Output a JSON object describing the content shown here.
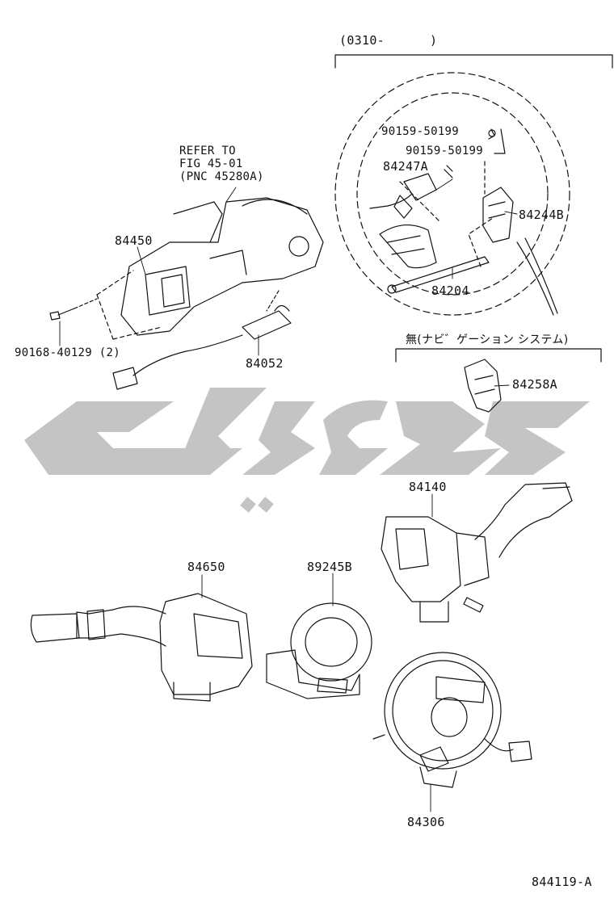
{
  "diagram": {
    "date_range_label": "(0310-      )",
    "refer_note": [
      "REFER TO",
      "FIG 45-01",
      "(PNC 45280A)"
    ],
    "no_nav_label": "無(ナビ゛ゲーション システム)",
    "figure_id": "844119-A",
    "watermark_color": "#c4c4c4",
    "line_color": "#111111",
    "parts": [
      {
        "id": "p84450",
        "number": "84450"
      },
      {
        "id": "p90168",
        "number": "90168-40129 (2)"
      },
      {
        "id": "p84052",
        "number": "84052"
      },
      {
        "id": "p90159a",
        "number": "90159-50199"
      },
      {
        "id": "p90159b",
        "number": "90159-50199"
      },
      {
        "id": "p84247",
        "number": "84247A"
      },
      {
        "id": "p84244",
        "number": "84244B"
      },
      {
        "id": "p84204",
        "number": "84204"
      },
      {
        "id": "p84258",
        "number": "84258A"
      },
      {
        "id": "p84140",
        "number": "84140"
      },
      {
        "id": "p84650",
        "number": "84650"
      },
      {
        "id": "p89245",
        "number": "89245B"
      },
      {
        "id": "p84306",
        "number": "84306"
      }
    ]
  }
}
